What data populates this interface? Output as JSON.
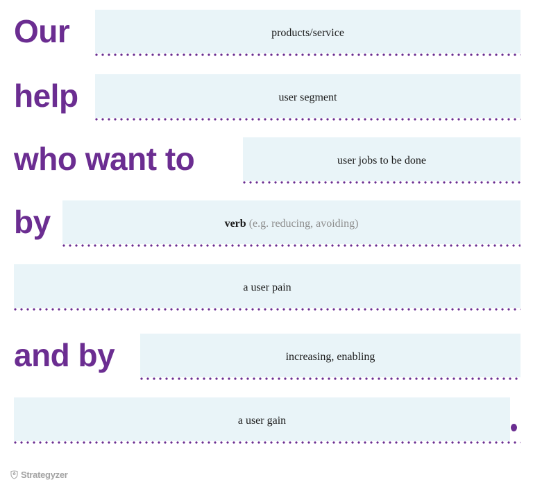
{
  "theme": {
    "accent_purple": "#6B2D91",
    "field_fill": "#e9f4f8",
    "body_text": "#1a1a1a",
    "hint_gray": "#8d8d8d",
    "brand_gray": "#a3a3a3",
    "background": "#ffffff"
  },
  "statement": {
    "rows": [
      {
        "prompt": "Our",
        "field_text": "products/service",
        "hint_text": "",
        "has_prompt": true
      },
      {
        "prompt": "help",
        "field_text": "user segment",
        "hint_text": "",
        "has_prompt": true
      },
      {
        "prompt": "who want to",
        "field_text": "user jobs to be done",
        "hint_text": "",
        "has_prompt": true
      },
      {
        "prompt": "by",
        "field_text": "verb",
        "hint_text": "(e.g. reducing, avoiding)",
        "has_prompt": true
      },
      {
        "prompt": "",
        "field_text": "a user pain",
        "hint_text": "",
        "has_prompt": false
      },
      {
        "prompt": "and by",
        "field_text": "increasing, enabling",
        "hint_text": "",
        "has_prompt": true
      },
      {
        "prompt": "",
        "field_text": "a user gain",
        "hint_text": "",
        "has_prompt": false
      }
    ],
    "terminal_punctuation": "."
  },
  "brand": {
    "name": "Strategyzer",
    "mark_icon": "strategyzer-shield-icon"
  }
}
